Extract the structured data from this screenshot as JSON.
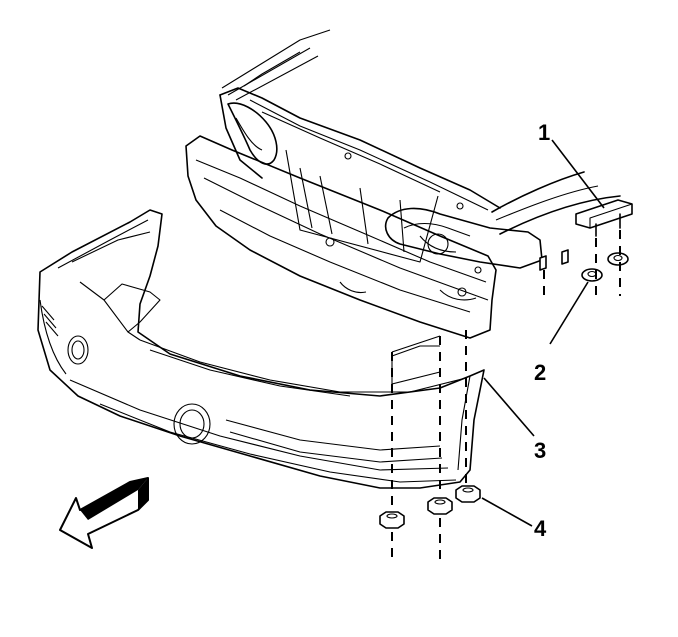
{
  "callouts": [
    {
      "id": "1",
      "label": "1"
    },
    {
      "id": "2",
      "label": "2"
    },
    {
      "id": "3",
      "label": "3"
    },
    {
      "id": "4",
      "label": "4"
    }
  ],
  "arrow_icon": "front-direction-arrow-icon",
  "colors": {
    "line": "#000000",
    "background": "#ffffff",
    "part_shade": "#ffffff"
  }
}
